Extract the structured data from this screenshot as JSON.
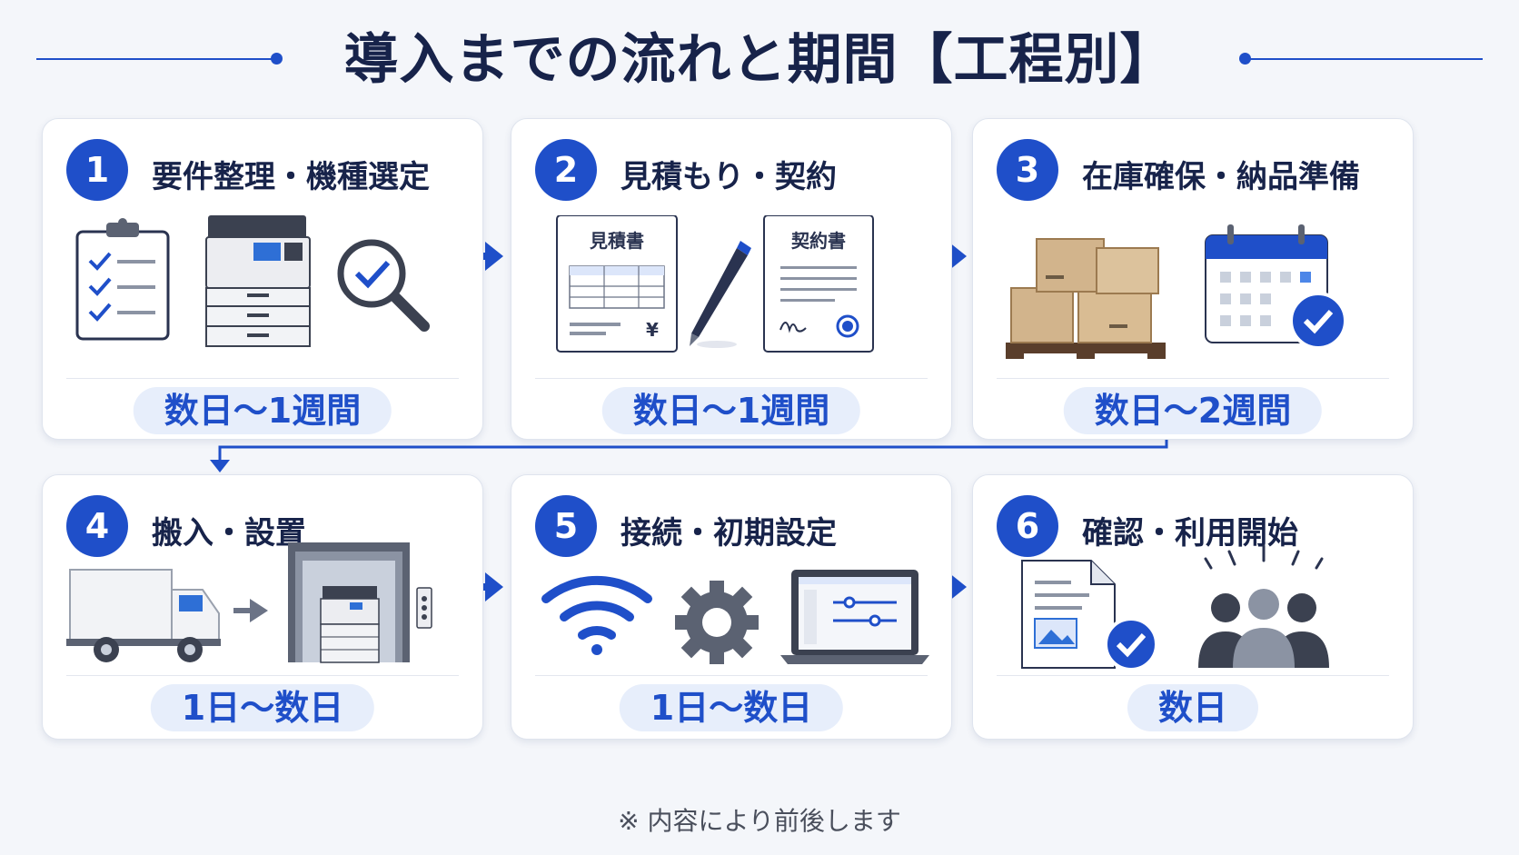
{
  "title": "導入までの流れと期間【工程別】",
  "colors": {
    "accent": "#1f4fc9",
    "title": "#17234a",
    "pill_bg": "#e7eefb",
    "box": "#d2b48c"
  },
  "steps": [
    {
      "number": "1",
      "title": "要件整理・機種選定",
      "duration": "数日〜1週間",
      "icons": [
        "checklist-clipboard-icon",
        "copier-icon",
        "magnifier-check-icon"
      ]
    },
    {
      "number": "2",
      "title": "見積もり・契約",
      "duration": "数日〜1週間",
      "icons": [
        "estimate-document-icon",
        "pen-icon",
        "contract-document-icon"
      ],
      "estimate_doc_label": "見積書",
      "contract_doc_label": "契約書",
      "yen_symbol": "¥"
    },
    {
      "number": "3",
      "title": "在庫確保・納品準備",
      "duration": "数日〜2週間",
      "icons": [
        "cardboard-boxes-pallet-icon",
        "calendar-check-icon"
      ]
    },
    {
      "number": "4",
      "title": "搬入・設置",
      "duration": "1日〜数日",
      "icons": [
        "delivery-truck-icon",
        "arrow-right-icon",
        "copier-in-elevator-icon"
      ]
    },
    {
      "number": "5",
      "title": "接続・初期設定",
      "duration": "1日〜数日",
      "icons": [
        "wifi-icon",
        "gear-icon",
        "laptop-settings-icon"
      ]
    },
    {
      "number": "6",
      "title": "確認・利用開始",
      "duration": "数日",
      "icons": [
        "document-check-icon",
        "users-celebrate-icon"
      ]
    }
  ],
  "note": "※ 内容により前後します"
}
